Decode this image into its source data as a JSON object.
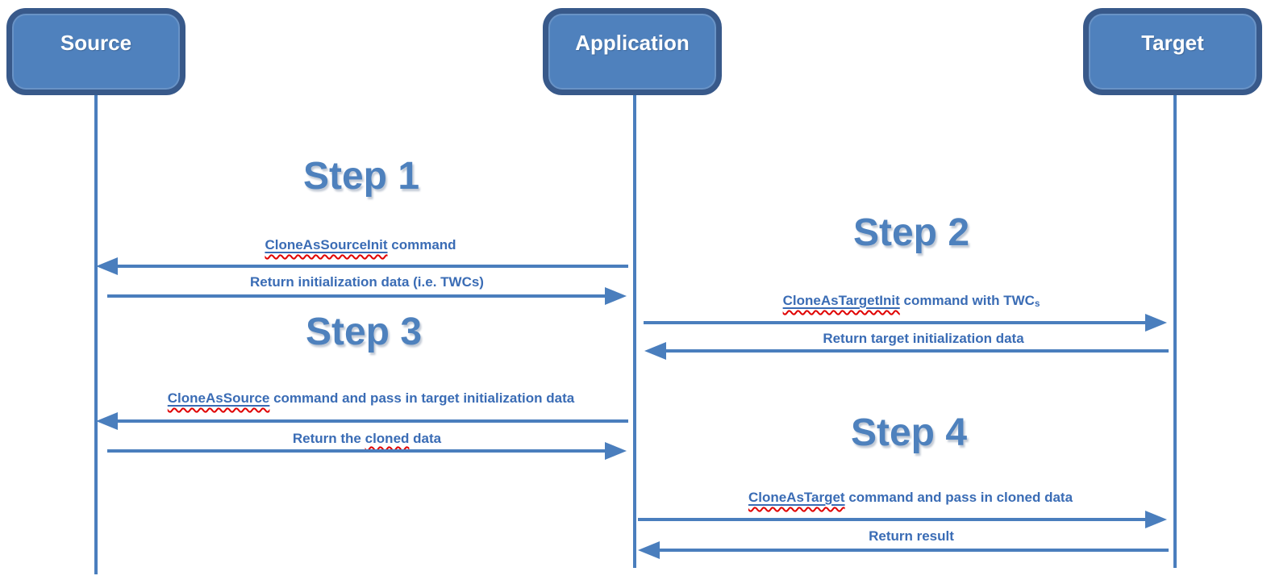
{
  "actors": {
    "source": "Source",
    "application": "Application",
    "target": "Target"
  },
  "steps": {
    "s1": "Step 1",
    "s2": "Step 2",
    "s3": "Step 3",
    "s4": "Step 4"
  },
  "messages": {
    "m1": {
      "command": "CloneAsSourceInit",
      "rest": " command",
      "direction": "application-to-source"
    },
    "m2": {
      "text": "Return initialization data (i.e. TWCs)",
      "direction": "source-to-application"
    },
    "m3": {
      "command": "CloneAsTargetInit",
      "rest": " command with TWC",
      "subscript": "s",
      "direction": "application-to-target"
    },
    "m4": {
      "text": "Return target initialization data",
      "direction": "target-to-application"
    },
    "m5": {
      "command": "CloneAsSource",
      "rest": " command and pass in target initialization data",
      "direction": "application-to-source"
    },
    "m6": {
      "pre": "Return the ",
      "misspelled": "cloned",
      "post": " data",
      "direction": "source-to-application"
    },
    "m7": {
      "command": "CloneAsTarget",
      "rest": " command and pass in cloned data",
      "direction": "application-to-target"
    },
    "m8": {
      "text": "Return result",
      "direction": "target-to-application"
    }
  },
  "colors": {
    "box_fill": "#4f81bd",
    "box_border": "#38598a",
    "line": "#4a7ebd",
    "label_text": "#3a6cb5",
    "heading": "#4e81bd",
    "spellcheck_squiggle": "#e00000"
  }
}
